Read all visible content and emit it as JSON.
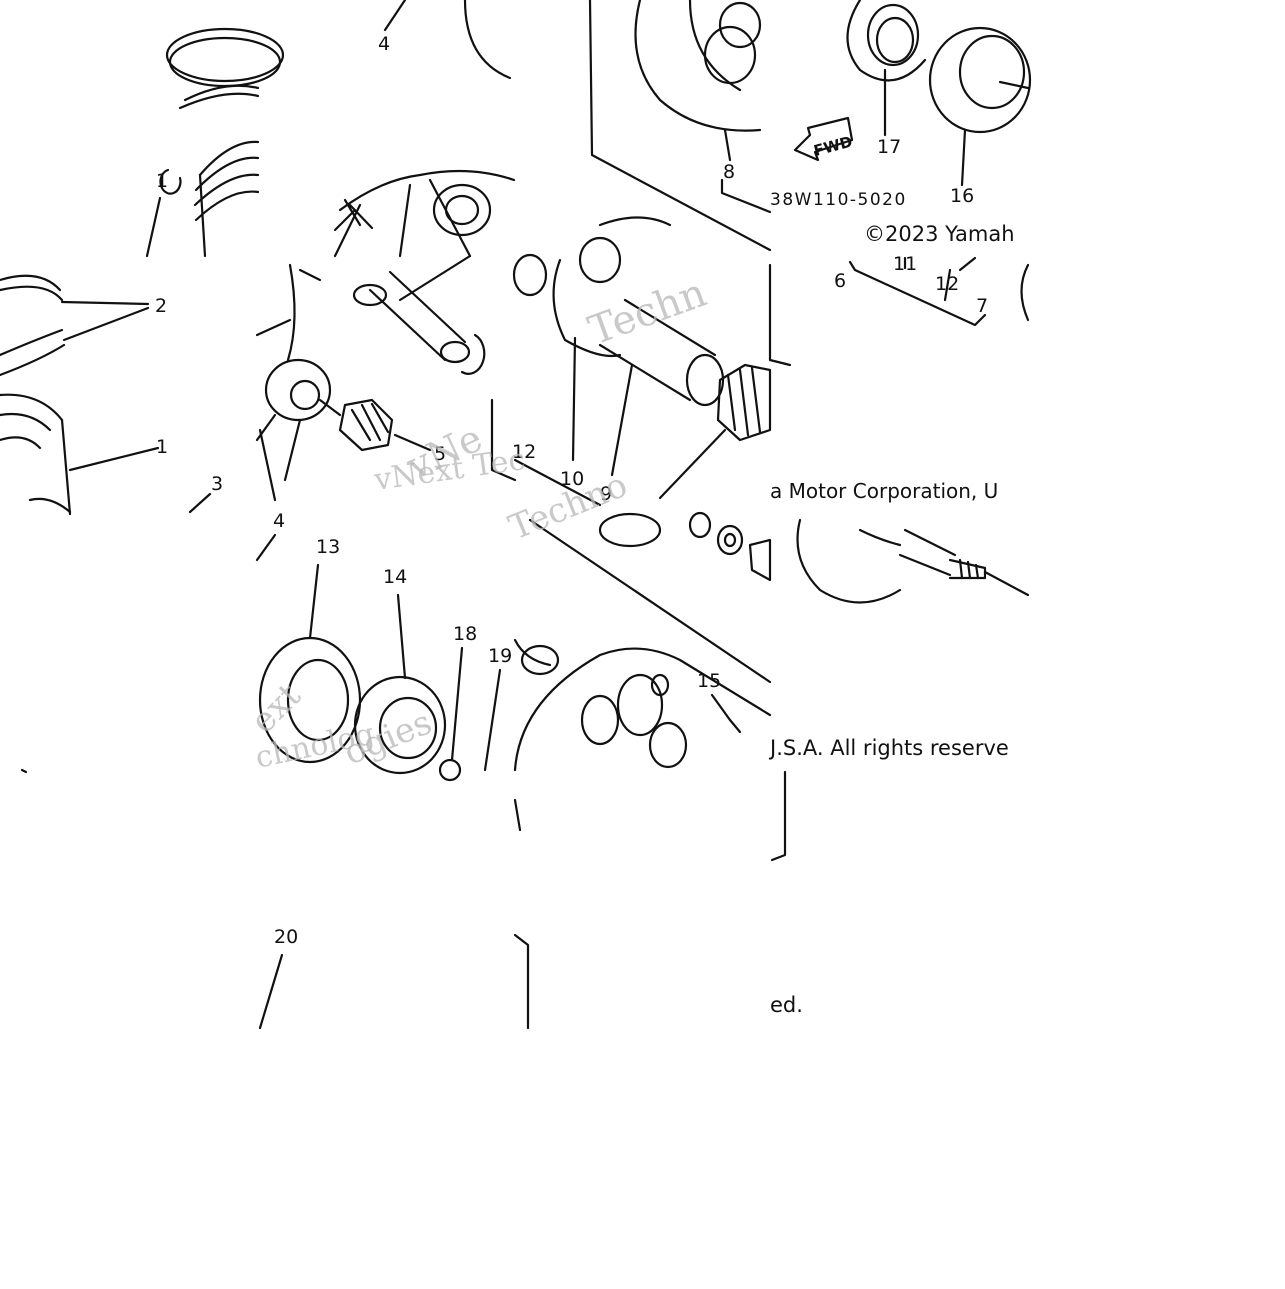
{
  "diagram": {
    "part_code": "38W110-5020",
    "fwd_label": "FWD",
    "copyright": {
      "line1_a": "©2023 Yamah",
      "line1_b": "a Motor Corporation, U",
      "line2": "J.S.A. All rights reserve",
      "line3": "ed."
    },
    "watermarks": [
      "vNext Tec",
      "Techn",
      "vNe",
      "Techno",
      "chnolog",
      "ext",
      "ogies"
    ],
    "callouts": [
      {
        "id": "c4a",
        "text": "4"
      },
      {
        "id": "c1a",
        "text": "1"
      },
      {
        "id": "c8",
        "text": "8"
      },
      {
        "id": "c17",
        "text": "17"
      },
      {
        "id": "c16",
        "text": "16"
      },
      {
        "id": "c2",
        "text": "2"
      },
      {
        "id": "c1",
        "text": "1"
      },
      {
        "id": "c3",
        "text": "3"
      },
      {
        "id": "c5",
        "text": "5"
      },
      {
        "id": "c4",
        "text": "4"
      },
      {
        "id": "c12a",
        "text": "12"
      },
      {
        "id": "c10",
        "text": "10"
      },
      {
        "id": "c9",
        "text": "9"
      },
      {
        "id": "c6",
        "text": "6"
      },
      {
        "id": "c11",
        "text": "11"
      },
      {
        "id": "c12",
        "text": "12"
      },
      {
        "id": "c7",
        "text": "7"
      },
      {
        "id": "c13",
        "text": "13"
      },
      {
        "id": "c14",
        "text": "14"
      },
      {
        "id": "c18",
        "text": "18"
      },
      {
        "id": "c19",
        "text": "19"
      },
      {
        "id": "c15",
        "text": "15"
      },
      {
        "id": "c20",
        "text": "20"
      }
    ]
  }
}
